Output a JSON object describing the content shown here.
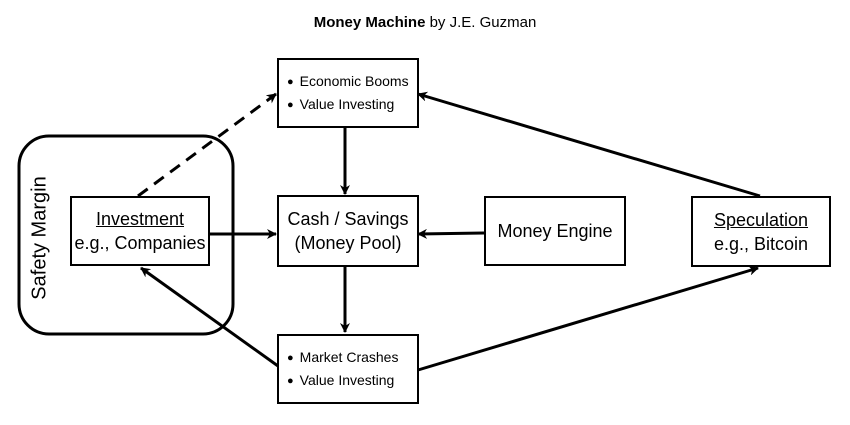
{
  "title": {
    "bold": "Money Machine",
    "rest": " by J.E. Guzman"
  },
  "nodes": {
    "booms": {
      "items": [
        "Economic Booms",
        "Value Investing"
      ]
    },
    "cash": {
      "line1": "Cash / Savings",
      "line2": "(Money Pool)"
    },
    "engine": {
      "line1": "Money Engine"
    },
    "investment": {
      "line1": "Investment",
      "line2": "e.g., Companies"
    },
    "speculation": {
      "line1": "Speculation",
      "line2": "e.g., Bitcoin"
    },
    "crashes": {
      "items": [
        "Market Crashes",
        "Value Investing"
      ]
    }
  },
  "group": {
    "label": "Safety Margin"
  },
  "edges": [
    {
      "from": "investment",
      "to": "booms",
      "style": "dashed"
    },
    {
      "from": "booms",
      "to": "cash",
      "style": "solid"
    },
    {
      "from": "investment",
      "to": "cash",
      "style": "solid"
    },
    {
      "from": "engine",
      "to": "cash",
      "style": "solid"
    },
    {
      "from": "cash",
      "to": "crashes",
      "style": "solid"
    },
    {
      "from": "speculation",
      "to": "booms",
      "style": "solid"
    },
    {
      "from": "crashes",
      "to": "investment",
      "style": "solid"
    },
    {
      "from": "crashes",
      "to": "speculation",
      "style": "solid"
    }
  ]
}
